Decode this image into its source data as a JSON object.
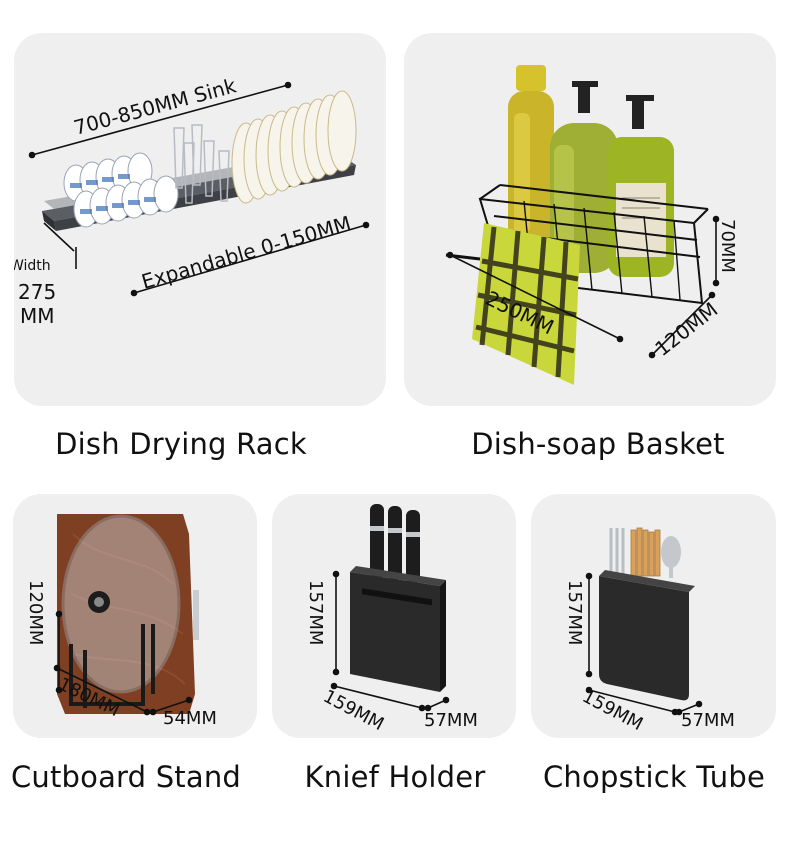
{
  "products": {
    "dish_rack": {
      "caption": "Dish Drying Rack",
      "dim_length": "700-850MM Sink",
      "dim_expand": "Expandable 0-150MM",
      "dim_width_label": "Width",
      "dim_width_value": "275",
      "dim_width_unit": "MM"
    },
    "soap_basket": {
      "caption": "Dish-soap Basket",
      "dim_length": "250MM",
      "dim_depth": "120MM",
      "dim_height": "70MM"
    },
    "cutboard_stand": {
      "caption": "Cutboard Stand",
      "dim_height": "120MM",
      "dim_length": "180MM",
      "dim_depth": "54MM"
    },
    "knife_holder": {
      "caption": "Knief Holder",
      "dim_height": "157MM",
      "dim_length": "159MM",
      "dim_depth": "57MM"
    },
    "chopstick_tube": {
      "caption": "Chopstick Tube",
      "dim_height": "157MM",
      "dim_length": "159MM",
      "dim_depth": "57MM"
    }
  }
}
